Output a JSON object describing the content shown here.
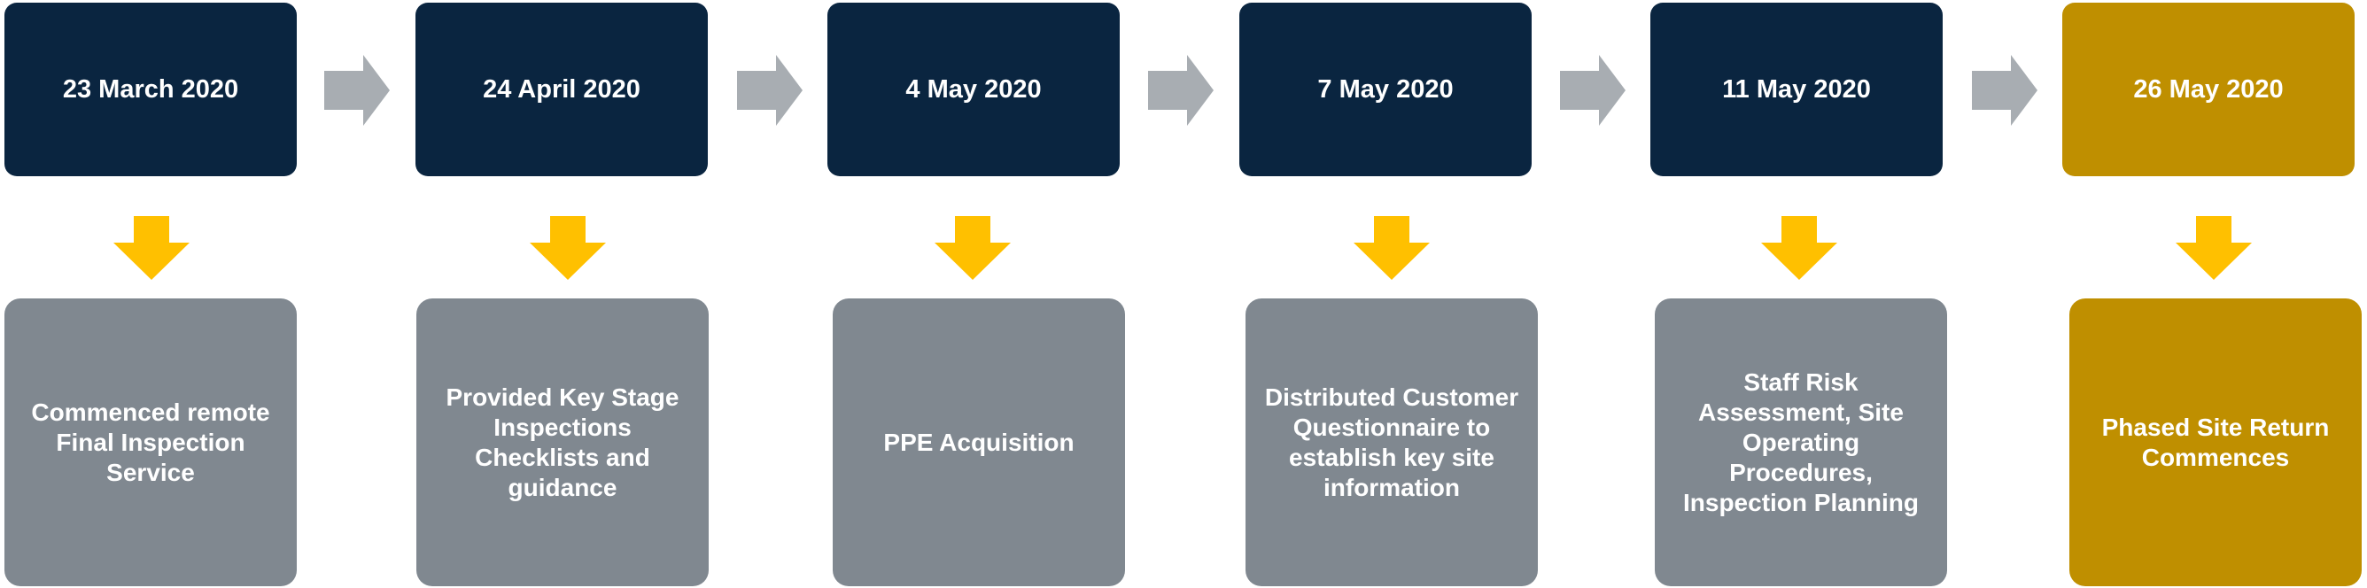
{
  "colors": {
    "navy": "#0a2540",
    "gold": "#bf8f00",
    "grey": "#808890",
    "arrow_grey": "#a8adb2",
    "arrow_yellow": "#ffc000"
  },
  "steps": [
    {
      "date": "23 March 2020",
      "description": "Commenced remote Final Inspection Service",
      "highlight": false
    },
    {
      "date": "24 April 2020",
      "description": "Provided Key Stage Inspections Checklists and guidance",
      "highlight": false
    },
    {
      "date": "4 May 2020",
      "description": "PPE Acquisition",
      "highlight": false
    },
    {
      "date": "7 May 2020",
      "description": "Distributed Customer Questionnaire to establish key site information",
      "highlight": false
    },
    {
      "date": "11 May 2020",
      "description": "Staff Risk Assessment, Site Operating Procedures, Inspection Planning",
      "highlight": false
    },
    {
      "date": "26 May 2020",
      "description": "Phased Site Return Commences",
      "highlight": true
    }
  ]
}
